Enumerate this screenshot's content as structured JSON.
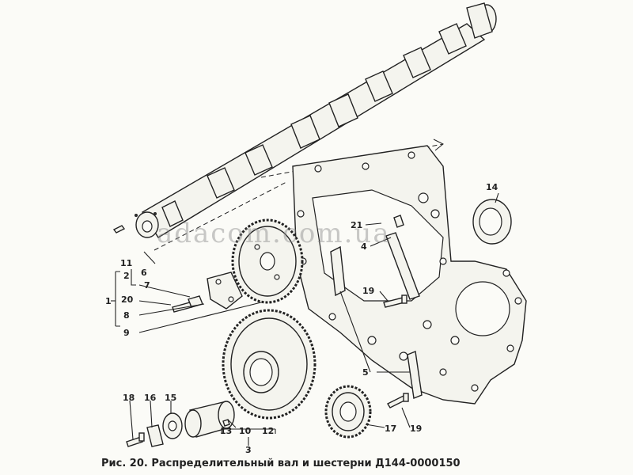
{
  "caption": "Рис. 20. Распределительный вал и шестерни Д144-0000150",
  "watermark": "adacom.com.ua",
  "callouts": [
    "1",
    "2",
    "3",
    "4",
    "5",
    "6",
    "7",
    "8",
    "9",
    "10",
    "11",
    "12",
    "13",
    "14",
    "15",
    "16",
    "17",
    "18",
    "19",
    "20",
    "21"
  ],
  "callout_19b": "19",
  "callout_5b": "5"
}
